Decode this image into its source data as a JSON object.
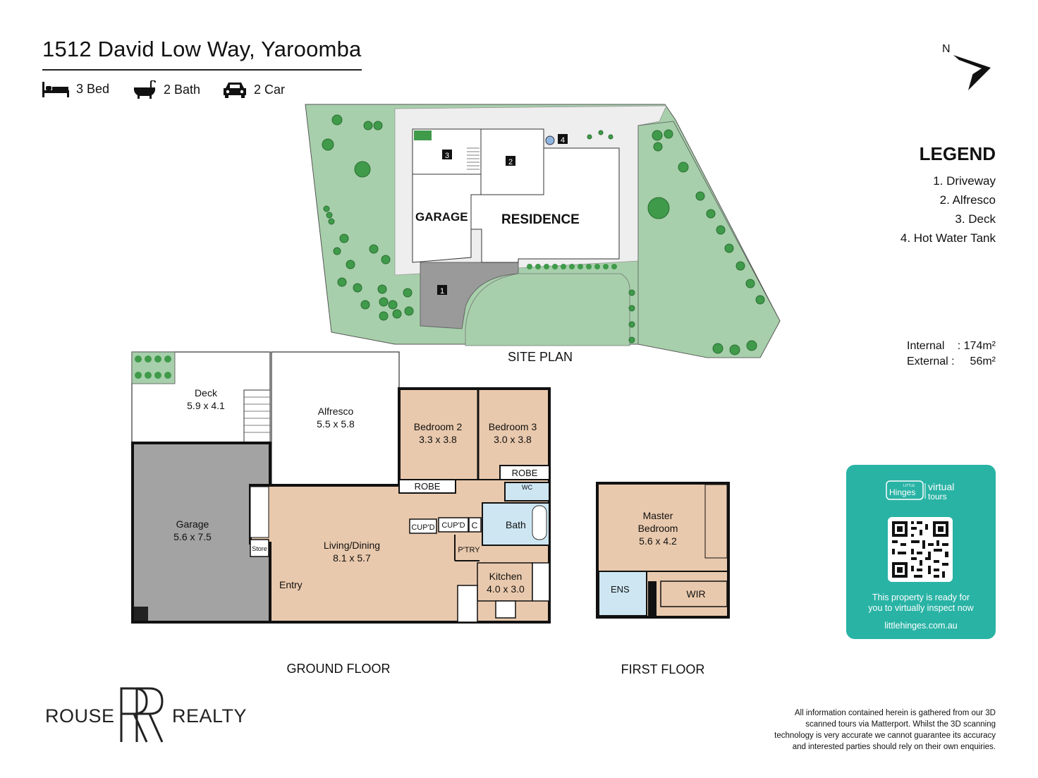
{
  "header": {
    "address": "1512 David Low Way, Yaroomba",
    "specs": [
      {
        "icon": "bed-icon",
        "label": "3 Bed"
      },
      {
        "icon": "bath-icon",
        "label": "2 Bath"
      },
      {
        "icon": "car-icon",
        "label": "2 Car"
      }
    ]
  },
  "compass": {
    "label": "N"
  },
  "legend": {
    "title": "LEGEND",
    "items": [
      "1. Driveway",
      "2. Alfresco",
      "3. Deck",
      "4. Hot Water Tank"
    ]
  },
  "areas": {
    "internal_label": "Internal",
    "internal_value": ": 174m²",
    "external_label": "External :",
    "external_value": "56m²"
  },
  "site_plan": {
    "title": "SITE PLAN",
    "garage": "GARAGE",
    "residence": "RESIDENCE",
    "markers": [
      "1",
      "2",
      "3",
      "4"
    ]
  },
  "ground_floor": {
    "title": "GROUND FLOOR",
    "rooms": {
      "deck": {
        "name": "Deck",
        "size": "5.9 x 4.1"
      },
      "alfresco": {
        "name": "Alfresco",
        "size": "5.5 x 5.8"
      },
      "bedroom2": {
        "name": "Bedroom 2",
        "size": "3.3 x 3.8"
      },
      "bedroom3": {
        "name": "Bedroom 3",
        "size": "3.0 x 3.8"
      },
      "garage": {
        "name": "Garage",
        "size": "5.6 x 7.5"
      },
      "living": {
        "name": "Living/Dining",
        "size": "8.1 x 5.7"
      },
      "kitchen": {
        "name": "Kitchen",
        "size": "4.0 x 3.0"
      },
      "robe1": "ROBE",
      "robe2": "ROBE",
      "wc": "WC",
      "bath": "Bath",
      "cupd1": "CUP'D",
      "cupd2": "CUP'D",
      "c": "C",
      "pantry": "P'TRY",
      "store": "Store",
      "entry": "Entry"
    }
  },
  "first_floor": {
    "title": "FIRST FLOOR",
    "rooms": {
      "master": {
        "name": "Master",
        "name2": "Bedroom",
        "size": "5.6 x 4.2"
      },
      "ens": "ENS",
      "wir": "WIR"
    }
  },
  "virtual_tour": {
    "brand_small": "LITTLE",
    "brand": "Hinges",
    "brand2": "virtual",
    "brand3": "tours",
    "ready_line1": "This property is ready for",
    "ready_line2": "you to virtually inspect now",
    "website": "littlehinges.com.au",
    "background": "#29b3a5"
  },
  "agency": {
    "left": "ROUSE",
    "right": "REALTY"
  },
  "disclaimer": {
    "line1": "All information contained herein is gathered from our 3D",
    "line2": "scanned tours via Matterport. Whilst the 3D scanning",
    "line3": "technology is very accurate we cannot guarantee its accuracy",
    "line4": "and interested parties should rely on their own enquiries."
  },
  "colors": {
    "lawn": "#a7cfab",
    "tree": "#3f9a4a",
    "floor": "#e9c9ad",
    "garage_floor": "#a3a3a3",
    "wet_area": "#cde6f2",
    "driveway": "#9a9a9a"
  }
}
